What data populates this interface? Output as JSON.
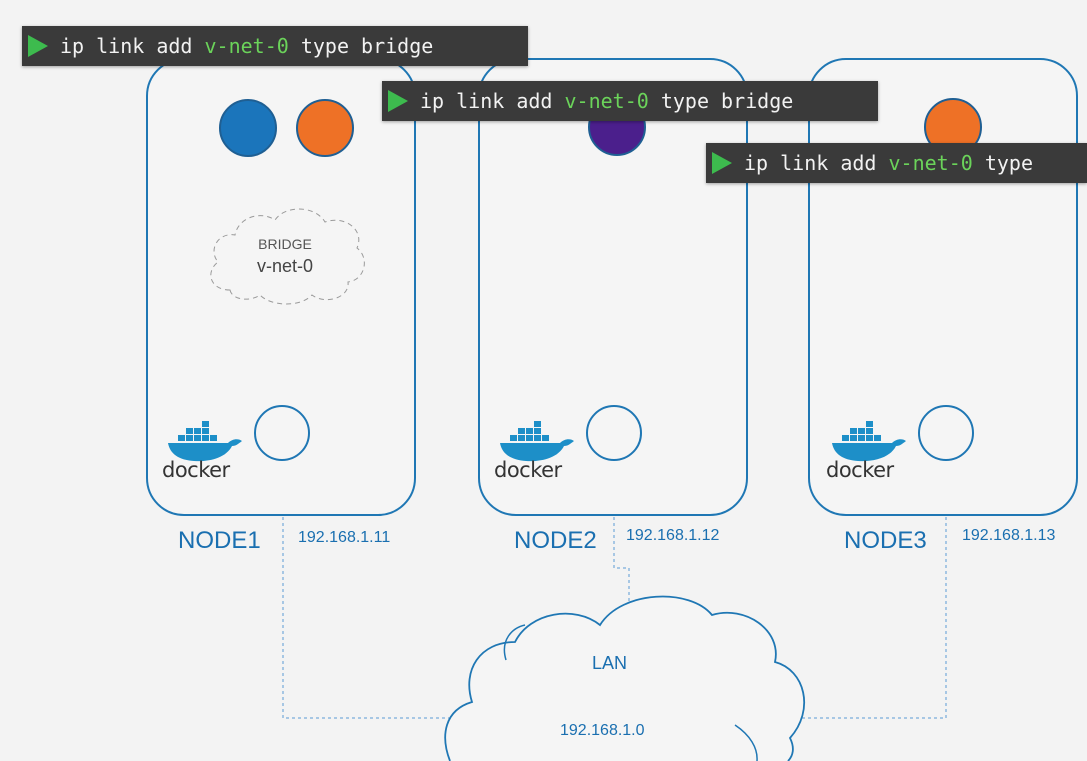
{
  "commands": [
    {
      "prefix": "ip link add ",
      "highlight": "v-net-0",
      "suffix": " type bridge"
    },
    {
      "prefix": "ip link add ",
      "highlight": "v-net-0",
      "suffix": " type bridge"
    },
    {
      "prefix": "ip link add ",
      "highlight": "v-net-0",
      "suffix": " type"
    }
  ],
  "bridge": {
    "title": "BRIDGE",
    "name": "v-net-0"
  },
  "nodes": [
    {
      "name": "NODE1",
      "ip": "192.168.1.11",
      "docker": "docker"
    },
    {
      "name": "NODE2",
      "ip": "192.168.1.12",
      "docker": "docker"
    },
    {
      "name": "NODE3",
      "ip": "192.168.1.13",
      "docker": "docker"
    }
  ],
  "lan": {
    "label": "LAN",
    "subnet": "192.168.1.0"
  },
  "colors": {
    "accent": "#1f77b4",
    "pod_blue": "#1b75bb",
    "pod_orange": "#ee7126",
    "pod_purple": "#4b1f8c",
    "command_bg": "#3a3a3a",
    "command_highlight": "#6bd35a",
    "play": "#3dbb4e"
  }
}
